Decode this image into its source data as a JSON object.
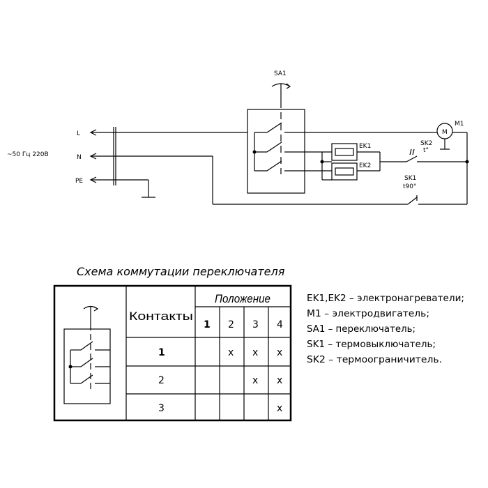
{
  "circuit": {
    "supply_label": "~50 Гц 220В",
    "line_labels": [
      "L",
      "N",
      "PE"
    ],
    "switch_label": "SA1",
    "heater_labels": [
      "EK1",
      "EK2"
    ],
    "motor_label": "M1",
    "motor_symbol": "M",
    "limiter_label": "SK2",
    "limiter_sub": "t°",
    "thermo_label": "SK1",
    "thermo_sub": "t90°"
  },
  "table": {
    "title": "Схема коммутации переключателя",
    "contacts_header": "Контакты",
    "position_header": "Положение",
    "positions": [
      "1",
      "2",
      "3",
      "4"
    ],
    "rows": [
      {
        "contact": "1",
        "marks": [
          "",
          "x",
          "x",
          "x"
        ]
      },
      {
        "contact": "2",
        "marks": [
          "",
          "",
          "x",
          "x"
        ]
      },
      {
        "contact": "3",
        "marks": [
          "",
          "",
          "",
          "x"
        ]
      }
    ]
  },
  "legend": [
    "EK1,EK2 – электронагреватели;",
    "M1 – электродвигатель;",
    "SA1 – переключатель;",
    "SK1 – термовыключатель;",
    "SK2 – термоограничитель."
  ]
}
